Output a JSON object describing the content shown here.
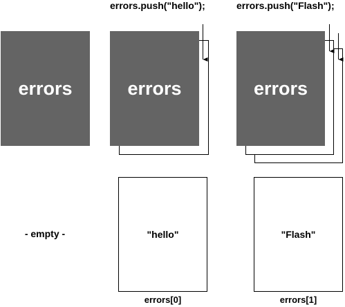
{
  "steps": [
    {
      "code": "",
      "stack_label": "errors",
      "item_text": "- empty -",
      "index_label": ""
    },
    {
      "code": "errors.push(\"hello\");",
      "stack_label": "errors",
      "item_text": "\"hello\"",
      "index_label": "errors[0]"
    },
    {
      "code": "errors.push(\"Flash\");",
      "stack_label": "errors",
      "item_text": "\"Flash\"",
      "index_label": "errors[1]"
    }
  ],
  "colors": {
    "stack_fill": "#646464",
    "stack_text": "#ffffff",
    "line": "#000000"
  }
}
